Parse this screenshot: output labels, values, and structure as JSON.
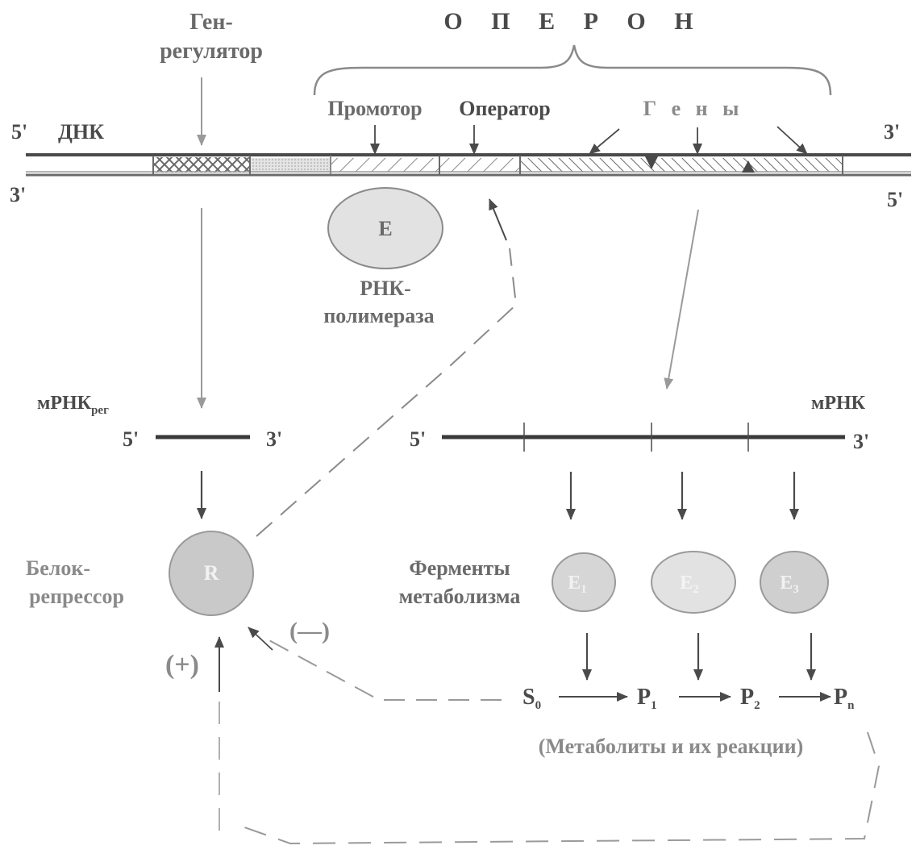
{
  "regulator_gene": {
    "line1": "Ген-",
    "line2": "регулятор"
  },
  "operon_title": "О П Е Р О Н",
  "promoter": "Промотор",
  "operator": "Оператор",
  "genes": "Г е н ы",
  "dna": {
    "label": "ДНК",
    "top_left": "5'",
    "top_right": "3'",
    "bottom_left": "3'",
    "bottom_right": "5'"
  },
  "rna_polymerase": {
    "symbol": "E",
    "line1": "РНК-",
    "line2": "полимераза"
  },
  "mrna_reg": {
    "label": "мРНК",
    "subscript": "рег",
    "left": "5'",
    "right": "3'"
  },
  "mrna": {
    "label": "мРНК",
    "left": "5'",
    "right": "3'"
  },
  "repressor": {
    "symbol": "R",
    "line1": "Белок-",
    "line2": "репрессор"
  },
  "enzymes": {
    "line1": "Ферменты",
    "line2": "метаболизма",
    "items": [
      {
        "symbol": "E",
        "sub": "1"
      },
      {
        "symbol": "E",
        "sub": "2"
      },
      {
        "symbol": "E",
        "sub": "3"
      }
    ]
  },
  "signs": {
    "minus": "(—)",
    "plus": "(+)"
  },
  "metabolites": {
    "items": [
      {
        "symbol": "S",
        "sub": "0"
      },
      {
        "symbol": "P",
        "sub": "1"
      },
      {
        "symbol": "P",
        "sub": "2"
      },
      {
        "symbol": "P",
        "sub": "n"
      }
    ],
    "caption": "(Метаболиты и их реакции)"
  },
  "colors": {
    "dark": "#4a4a4a",
    "gray": "#9a9a9a",
    "fill": "#d9d9d9"
  }
}
